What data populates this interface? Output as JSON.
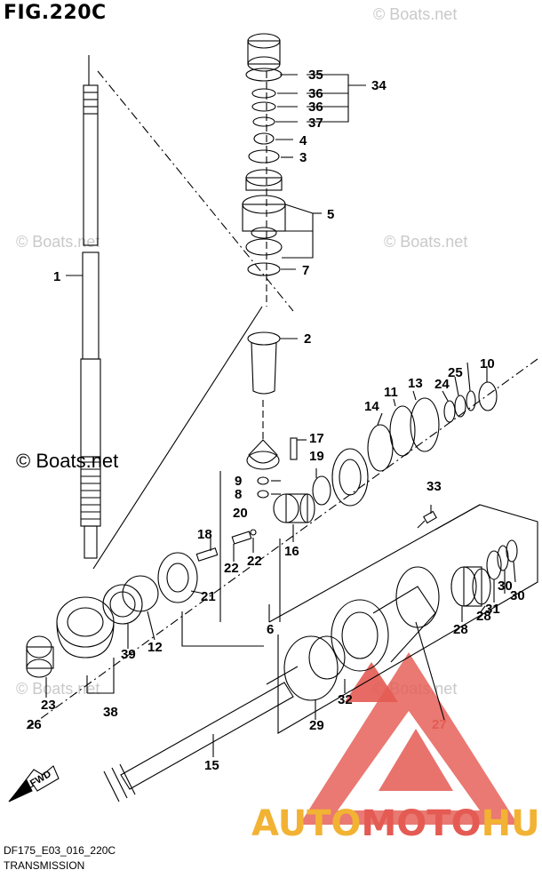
{
  "figure": {
    "title": "FIG.220C",
    "code": "DF175_E03_016_220C",
    "name": "TRANSMISSION"
  },
  "watermarks": {
    "site": "© Boats.net",
    "brand_part1": "AUTO",
    "brand_part2": "MOTO",
    "brand_part3": "HUB"
  },
  "direction_label": "FWD",
  "callouts": [
    "1",
    "2",
    "3",
    "4",
    "5",
    "6",
    "7",
    "8",
    "9",
    "10",
    "11",
    "12",
    "13",
    "14",
    "15",
    "16",
    "17",
    "18",
    "19",
    "20",
    "21",
    "22",
    "22",
    "23",
    "24",
    "25",
    "26",
    "27",
    "28",
    "28",
    "29",
    "30",
    "30",
    "31",
    "32",
    "33",
    "34",
    "35",
    "36",
    "36",
    "37",
    "38",
    "39"
  ],
  "colors": {
    "line": "#000000",
    "watermark_text": "#c9c9c9",
    "brand_orange": "#f2b233",
    "brand_red": "#e45b53"
  }
}
